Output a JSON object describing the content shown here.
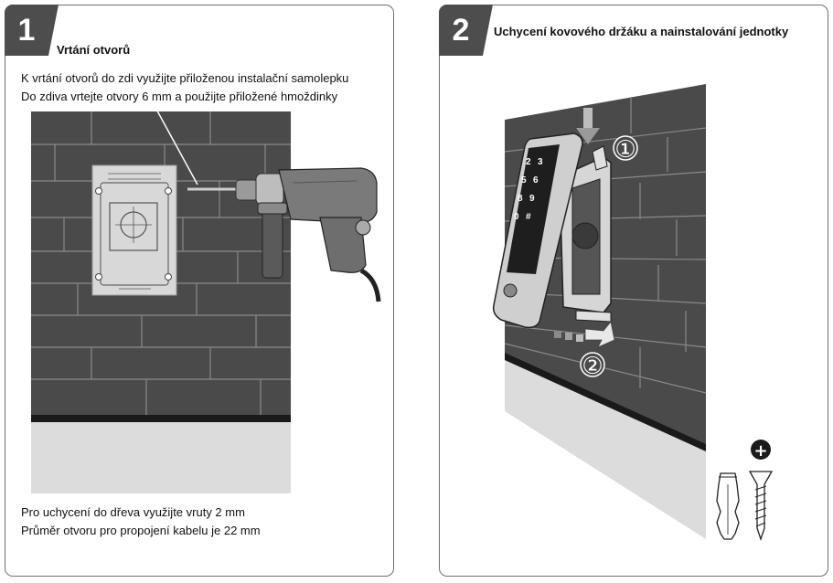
{
  "step1": {
    "number": "1",
    "title": "Vrtání otvorů",
    "lines_top": [
      "K vrtání otvorů do zdi využijte přiloženou instalační samolepku",
      "Do zdiva vrtejte otvory 6 mm a použijte přiložené hmoždinky"
    ],
    "lines_bottom": [
      "Pro uchycení do dřeva využijte vruty 2 mm",
      "Průměr otvoru pro propojení kabelu je 22 mm"
    ]
  },
  "step2": {
    "number": "2",
    "title": "Uchycení kovového držáku a nainstalování jednotky",
    "marker1": "①",
    "marker2": "②",
    "plus_symbol": "+"
  },
  "keypad_keys": [
    "2",
    "3",
    "5",
    "6",
    "8",
    "9",
    "0",
    "#"
  ],
  "colors": {
    "badge": "#4d4d4d",
    "wall": "#4a4a4a",
    "mortar": "#8a8a8a",
    "floor": "#dcdcdc",
    "drill_body": "#7a7a7a",
    "border": "#6f6f6f"
  },
  "icons": [
    "drill-icon",
    "keypad-unit-icon",
    "wall-plug-icon",
    "screw-icon",
    "plus-circle-icon"
  ]
}
